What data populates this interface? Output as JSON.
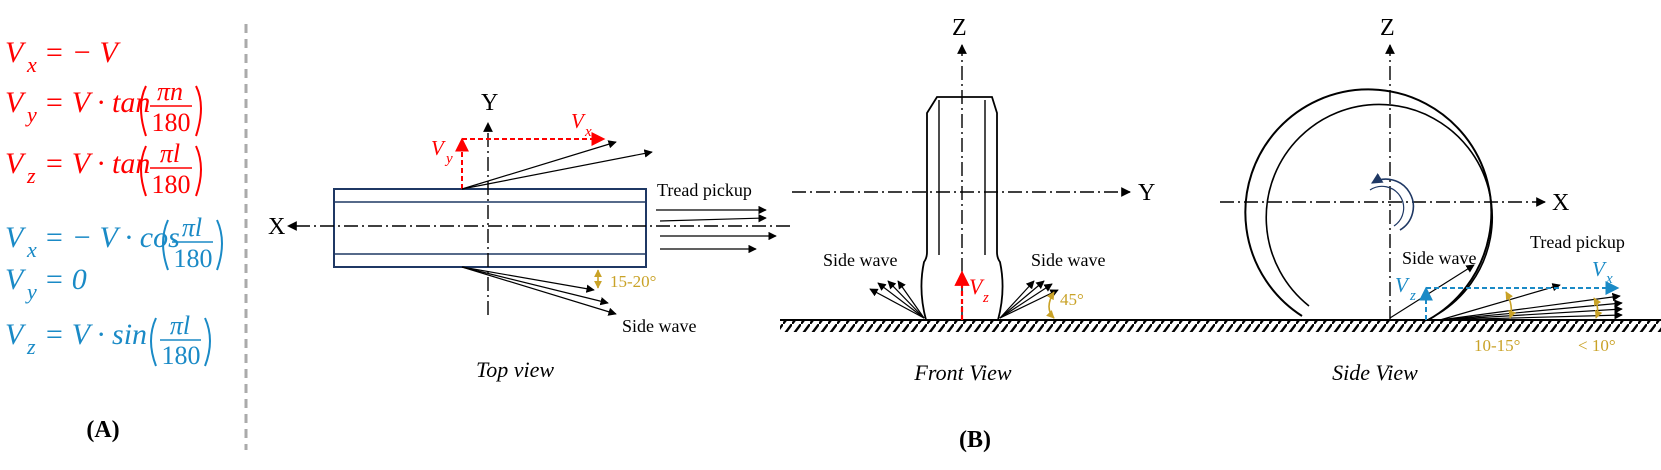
{
  "panel_a": {
    "label": "(A)",
    "equations": [
      {
        "lhs_var": "V",
        "lhs_sub": "x",
        "rhs": "= − V",
        "frac": null,
        "color": "#ff0000"
      },
      {
        "lhs_var": "V",
        "lhs_sub": "y",
        "rhs": "= V · tan",
        "frac": {
          "num": "πn",
          "den": "180"
        },
        "color": "#ff0000"
      },
      {
        "lhs_var": "V",
        "lhs_sub": "z",
        "rhs": "= V · tan",
        "frac": {
          "num": "πl",
          "den": "180"
        },
        "color": "#ff0000"
      },
      {
        "lhs_var": "V",
        "lhs_sub": "x",
        "rhs": "= − V · cos",
        "frac": {
          "num": "πl",
          "den": "180"
        },
        "color": "#1a8ac6"
      },
      {
        "lhs_var": "V",
        "lhs_sub": "y",
        "rhs": "= 0",
        "frac": null,
        "color": "#1a8ac6"
      },
      {
        "lhs_var": "V",
        "lhs_sub": "z",
        "rhs": "= V · sin",
        "frac": {
          "num": "πl",
          "den": "180"
        },
        "color": "#1a8ac6"
      }
    ]
  },
  "panel_b": {
    "label": "(B)",
    "top_view": {
      "caption": "Top view",
      "axis_x": "X",
      "axis_y": "Y",
      "vx_var": "V",
      "vx_sub": "x",
      "vy_var": "V",
      "vy_sub": "y",
      "tread_pickup": "Tread pickup",
      "side_wave": "Side wave",
      "angle": "15-20°"
    },
    "front_view": {
      "caption": "Front View",
      "axis_z": "Z",
      "axis_y": "Y",
      "vz_var": "V",
      "vz_sub": "z",
      "side_wave_left": "Side wave",
      "side_wave_right": "Side wave",
      "angle": "45°"
    },
    "side_view": {
      "caption": "Side View",
      "axis_z": "Z",
      "axis_x": "X",
      "side_wave": "Side wave",
      "tread_pickup": "Tread pickup",
      "vz_var": "V",
      "vz_sub": "z",
      "vx_var": "V",
      "vx_sub": "x",
      "angle_left": "10-15°",
      "angle_right": "< 10°"
    }
  },
  "colors": {
    "red": "#ff0000",
    "blue": "#1a8ac6",
    "gold": "#c9a227",
    "navy": "#1f3864",
    "divider": "#aaaaaa",
    "ink": "#000000"
  }
}
